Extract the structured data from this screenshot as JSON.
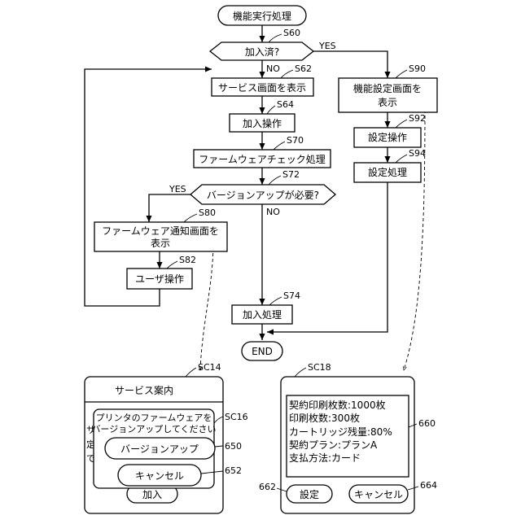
{
  "flow": {
    "start": "機能実行処理",
    "end": "END",
    "s60": {
      "code": "S60",
      "text": "加入済?"
    },
    "s62": {
      "code": "S62",
      "text": "サービス画面を表示"
    },
    "s64": {
      "code": "S64",
      "text": "加入操作"
    },
    "s70": {
      "code": "S70",
      "text": "ファームウェアチェック処理"
    },
    "s72": {
      "code": "S72",
      "text": "バージョンアップが必要?"
    },
    "s74": {
      "code": "S74",
      "text": "加入処理"
    },
    "s80": {
      "code": "S80",
      "line1": "ファームウェア通知画面を",
      "line2": "表示"
    },
    "s82": {
      "code": "S82",
      "text": "ユーザ操作"
    },
    "s90": {
      "code": "S90",
      "line1": "機能設定画面を",
      "line2": "表示"
    },
    "s92": {
      "code": "S92",
      "text": "設定操作"
    },
    "s94": {
      "code": "S94",
      "text": "設定処理"
    },
    "yes": "YES",
    "no": "NO"
  },
  "sc14": {
    "code": "SC14",
    "title": "サービス案内",
    "sc16": {
      "code": "SC16",
      "line1": "プリンタのファームウェアを",
      "line2": "バージョンアップしてください",
      "btn650": {
        "label": "バージョンアップ",
        "ref": "650"
      },
      "btn652": {
        "label": "キャンセル",
        "ref": "652"
      }
    },
    "join_button": "加入"
  },
  "sc18": {
    "code": "SC18",
    "panel_ref": "660",
    "lines": [
      "契約印刷枚数:1000枚",
      "印刷枚数:300枚",
      "カートリッジ残量:80%",
      "契約プラン:プランA",
      "支払方法:カード"
    ],
    "btn662": {
      "label": "設定",
      "ref": "662"
    },
    "btn664": {
      "label": "キャンセル",
      "ref": "664"
    }
  }
}
